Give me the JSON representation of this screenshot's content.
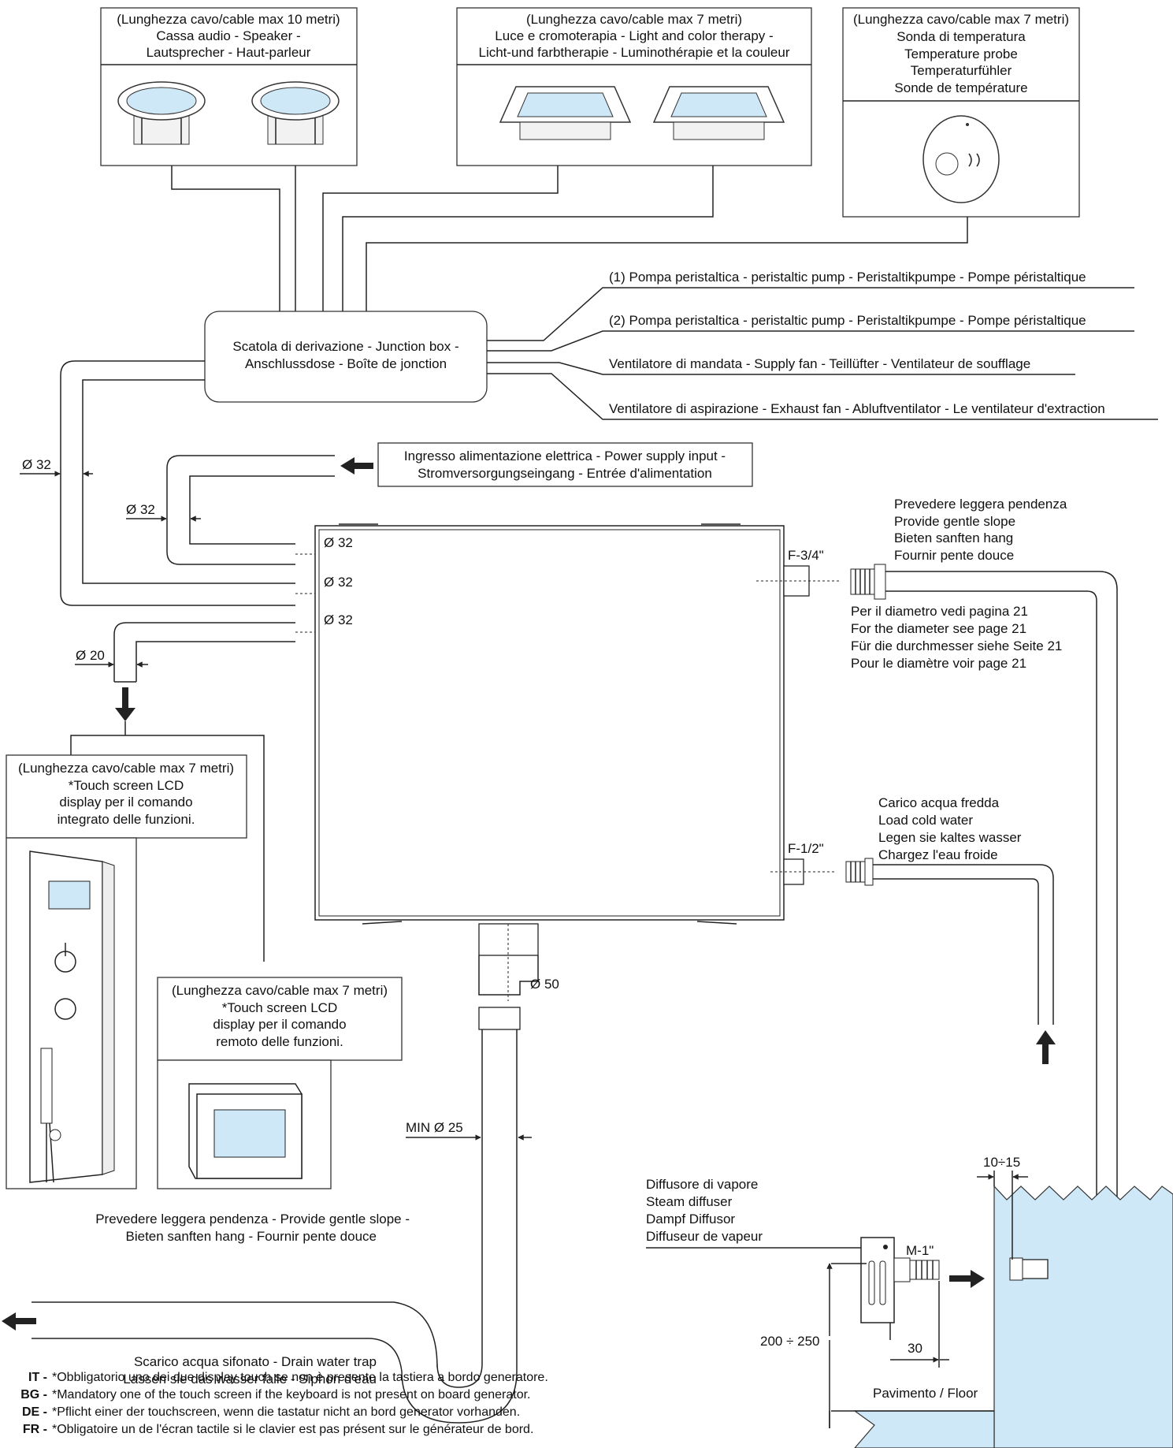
{
  "speaker": {
    "cable": "(Lunghezza cavo/cable max 10 metri)",
    "line1": "Cassa audio - Speaker -",
    "line2": "Lautsprecher - Haut-parleur"
  },
  "light": {
    "cable": "(Lunghezza cavo/cable max 7 metri)",
    "line1": "Luce e cromoterapia - Light and color therapy -",
    "line2": "Licht-und farbtherapie - Luminothérapie et la couleur"
  },
  "probe": {
    "cable": "(Lunghezza cavo/cable max 7 metri)",
    "line1": "Sonda di temperatura",
    "line2": "Temperature probe",
    "line3": "Temperaturfühler",
    "line4": "Sonde de température"
  },
  "outputs": {
    "pump1": "(1) Pompa peristaltica - peristaltic pump - Peristaltikpumpe - Pompe péristaltique",
    "pump2": "(2) Pompa peristaltica - peristaltic pump - Peristaltikpumpe - Pompe péristaltique",
    "supply_fan": "Ventilatore di mandata - Supply fan - Teillüfter - Ventilateur de soufflage",
    "exhaust_fan": "Ventilatore di aspirazione - Exhaust fan - Abluftventilator - Le ventilateur d'extraction"
  },
  "junction": {
    "line1": "Scatola di derivazione - Junction box -",
    "line2": "Anschlussdose - Boîte de jonction"
  },
  "power": {
    "line1": "Ingresso alimentazione elettrica - Power supply input -",
    "line2": "Stromversorgungseingang - Entrée d'alimentation"
  },
  "dims": {
    "d32": "Ø 32",
    "d20": "Ø 20",
    "d50": "Ø 50",
    "min25": "MIN Ø 25",
    "f34": "F-3/4\"",
    "f12": "F-1/2\"",
    "m1": "M-1\"",
    "gap": "10÷15",
    "height": "200 ÷ 250",
    "thirty": "30"
  },
  "slope_right": {
    "line1": "Prevedere leggera pendenza",
    "line2": "Provide gentle slope",
    "line3": "Bieten sanften hang",
    "line4": "Fournir pente douce"
  },
  "diameter_note": {
    "line1": "Per il diametro vedi pagina 21",
    "line2": "For the diameter see page 21",
    "line3": "Für die durchmesser siehe Seite 21",
    "line4": "Pour le diamètre voir page 21"
  },
  "cold_water": {
    "line1": "Carico acqua fredda",
    "line2": "Load cold water",
    "line3": "Legen sie kaltes wasser",
    "line4": "Chargez l'eau froide"
  },
  "touch_integrated": {
    "cable": "(Lunghezza cavo/cable max 7 metri)",
    "line1": "*Touch screen LCD",
    "line2": "display per il comando",
    "line3": "integrato delle funzioni."
  },
  "touch_remote": {
    "cable": "(Lunghezza cavo/cable max 7 metri)",
    "line1": "*Touch screen LCD",
    "line2": "display per il comando",
    "line3": "remoto delle funzioni."
  },
  "drain": {
    "slope1": "Prevedere leggera pendenza - Provide gentle slope -",
    "slope2": "Bieten sanften hang - Fournir pente douce",
    "trap1": "Scarico acqua sifonato - Drain water trap",
    "trap2": "Lassen sie das wasser falle - Siphon d'eau"
  },
  "diffuser": {
    "line1": "Diffusore di vapore",
    "line2": "Steam diffuser",
    "line3": "Dampf Diffusor",
    "line4": "Diffuseur de vapeur"
  },
  "floor": "Pavimento / Floor",
  "footnotes": [
    {
      "code": "IT -",
      "text": "*Obbligatorio uno dei due display touch se non è presente la tastiera a bordo generatore."
    },
    {
      "code": "BG -",
      "text": "*Mandatory one of the touch screen if the keyboard is not present on board generator."
    },
    {
      "code": "DE -",
      "text": "*Pflicht einer der touchscreen, wenn die tastatur nicht an bord generator vorhanden."
    },
    {
      "code": "FR -",
      "text": "*Obligatoire un de l'écran tactile si le clavier est pas présent sur le générateur de bord."
    }
  ],
  "colors": {
    "water": "#cfe8f7",
    "line": "#222222"
  }
}
